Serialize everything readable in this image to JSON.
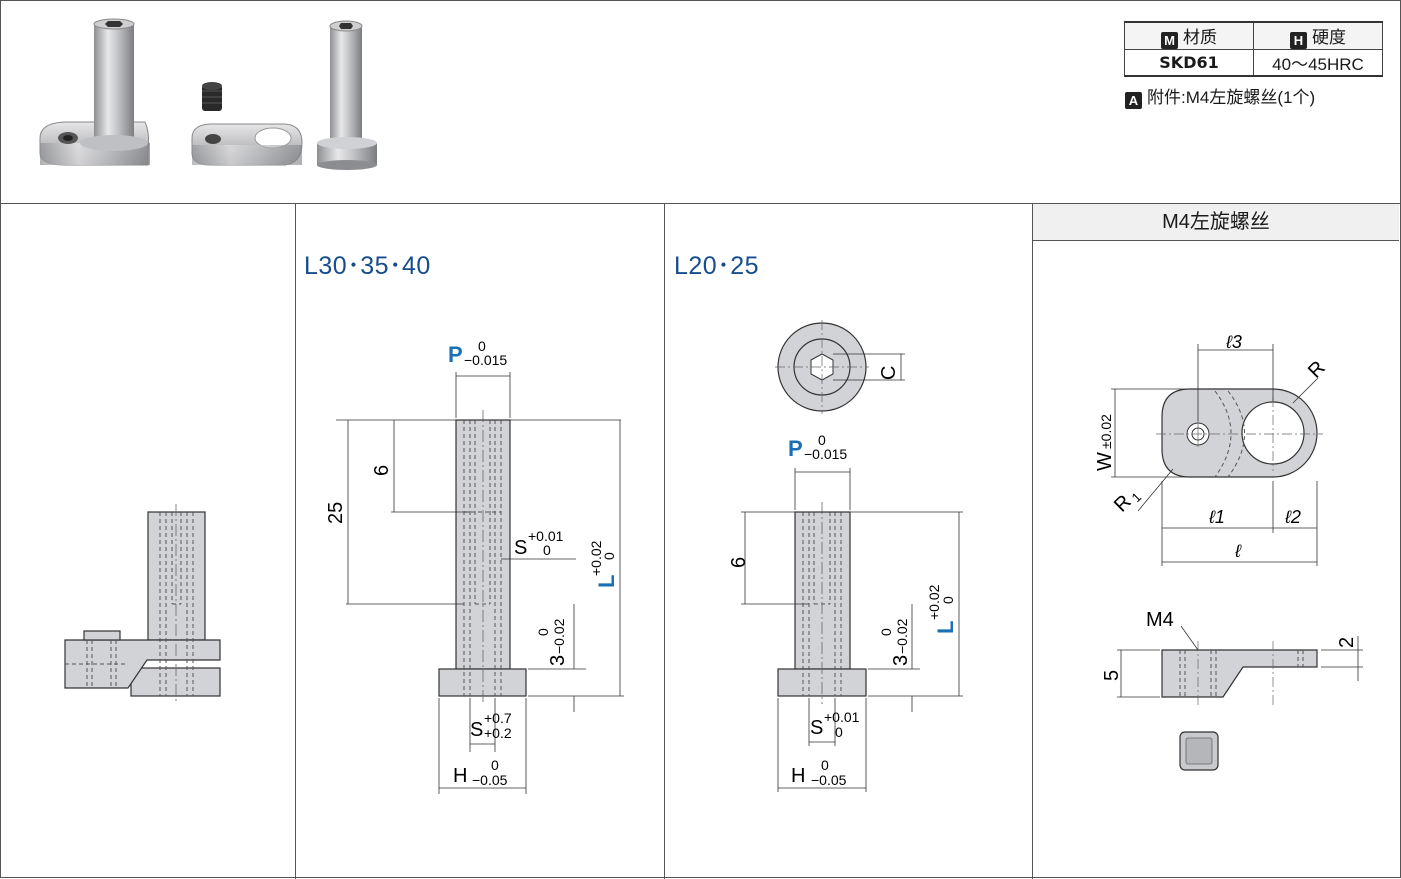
{
  "spec_table": {
    "material_badge": "M",
    "material_header": "材质",
    "hardness_badge": "H",
    "hardness_header": "硬度",
    "material_value": "SKD61",
    "hardness_value": "40～45HRC"
  },
  "accessory": {
    "badge": "A",
    "text": "附件:M4左旋螺丝(1个)"
  },
  "sections": {
    "long_title": "L30･35･40",
    "short_title": "L20･25",
    "screw_title": "M4左旋螺丝"
  },
  "labels": {
    "P": "P",
    "P_tol_upper": "0",
    "P_tol_lower": "−0.015",
    "L": "L",
    "L_tol_upper": "+0.02",
    "L_tol_lower": "0",
    "S": "S",
    "S_inner_upper": "+0.01",
    "S_inner_lower": "0",
    "S_long_upper": "+0.7",
    "S_long_lower": "+0.2",
    "S_short_upper": "+0.01",
    "S_short_lower": "0",
    "H": "H",
    "H_tol_upper": "0",
    "H_tol_lower": "−0.05",
    "dim_25": "25",
    "dim_6": "6",
    "dim_3": "3",
    "dim_3_upper": "0",
    "dim_3_lower": "−0.02",
    "C": "C",
    "l3": "ℓ3",
    "l1": "ℓ1",
    "l2": "ℓ2",
    "l": "ℓ",
    "R": "R",
    "R1": "R",
    "R1_sub": "1",
    "W": "W",
    "W_tol": "±0.02",
    "M4": "M4",
    "dim_5": "5",
    "dim_2": "2"
  },
  "colors": {
    "accent_blue": "#174d8c",
    "label_blue": "#1a6fb5",
    "part_fill": "#d2d3d6",
    "line": "#333333"
  }
}
